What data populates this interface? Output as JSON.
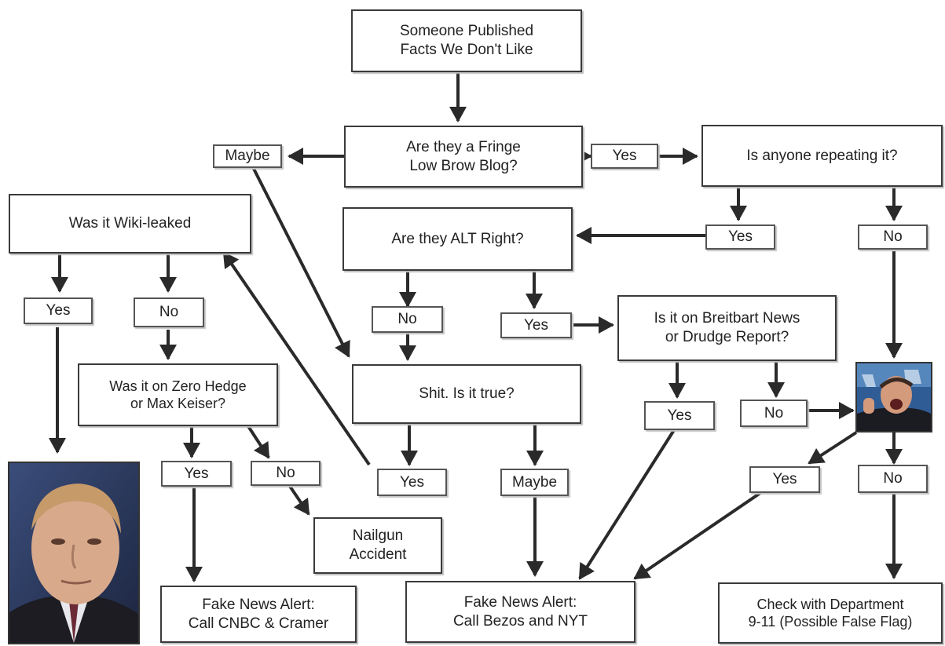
{
  "nodes": {
    "start": "Someone Published\nFacts We Don't Like",
    "fringe": "Are they a Fringe\nLow Brow Blog?",
    "repeating": "Is anyone repeating it?",
    "wiki": "Was it Wiki-leaked",
    "alt_right": "Are they ALT Right?",
    "breitbart": "Is it on Breitbart News\nor Drudge Report?",
    "zero_hedge": "Was it on Zero Hedge\nor Max Keiser?",
    "is_true": "Shit. Is it true?",
    "nailgun": "Nailgun\nAccident",
    "fake_cnbc": "Fake News Alert:\nCall CNBC & Cramer",
    "fake_bezos": "Fake News Alert:\nCall Bezos and NYT",
    "check_911": "Check with Department\n9-11 (Possible False Flag)"
  },
  "labels": {
    "maybe_fringe": "Maybe",
    "yes_fringe": "Yes",
    "yes_repeat": "Yes",
    "no_repeat": "No",
    "yes_wiki": "Yes",
    "no_wiki": "No",
    "no_alt": "No",
    "yes_alt": "Yes",
    "yes_breit": "Yes",
    "no_breit": "No",
    "yes_zero": "Yes",
    "no_zero": "No",
    "yes_true": "Yes",
    "maybe_true": "Maybe",
    "yes_jones": "Yes",
    "no_jones": "No"
  },
  "images": {
    "portrait_left": "portrait-photo",
    "portrait_right": "shouting-man-photo"
  }
}
